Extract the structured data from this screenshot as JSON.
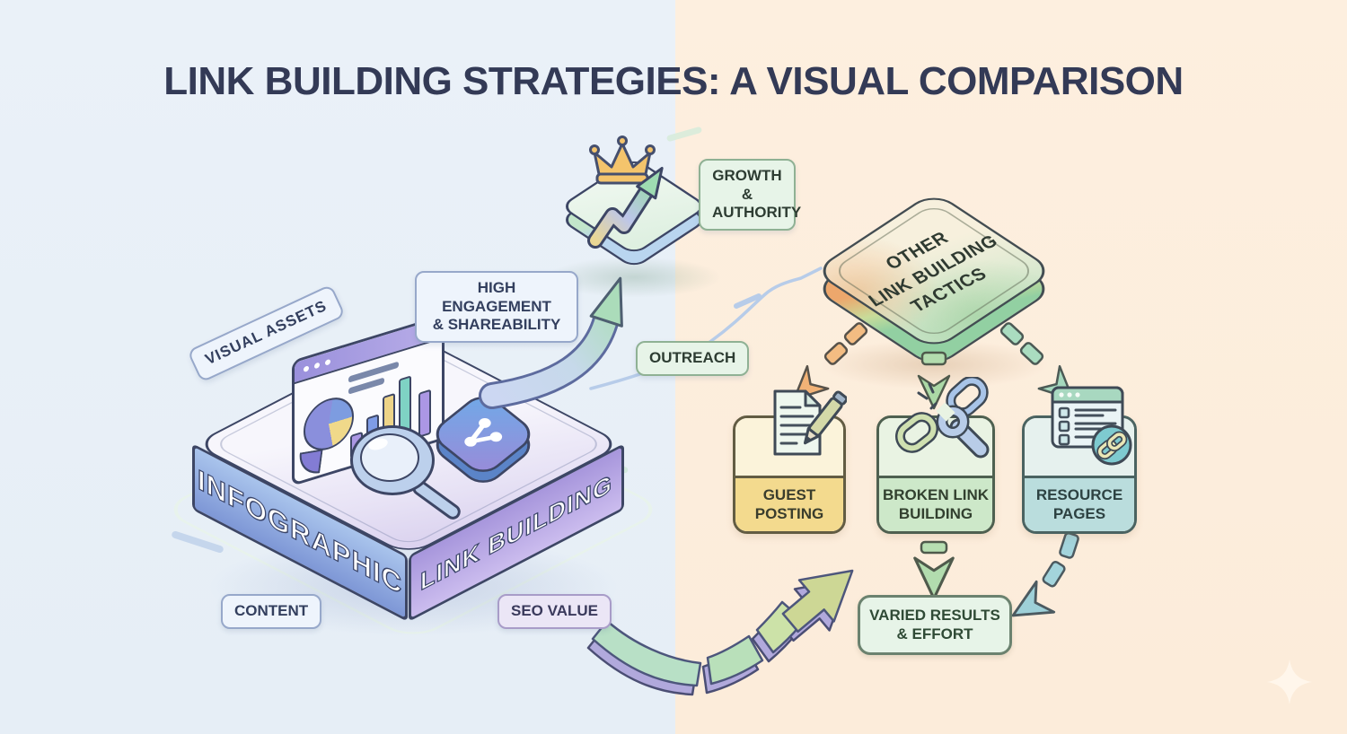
{
  "header": {
    "title": "LINK BUILDING STRATEGIES: A VISUAL COMPARISON"
  },
  "infographic_side": {
    "visual_assets_label": "VISUAL ASSETS",
    "high_engagement_label": "HIGH ENGAGEMENT\n& SHAREABILITY",
    "content_label": "CONTENT",
    "seo_value_label": "SEO VALUE",
    "block_left_face_label": "INFOGRAPHIC",
    "block_right_face_label": "LINK BUILDING",
    "growth_authority_label": "GROWTH &\nAUTHORITY",
    "outreach_label": "OUTREACH",
    "icons": [
      "browser-chart-icon",
      "pie-chart-icon",
      "bar-chart-icon",
      "magnifier-icon",
      "share-icon",
      "crown-icon",
      "growth-zigzag-arrow-icon",
      "curved-growth-arrow-icon"
    ]
  },
  "tactics_side": {
    "diamond_label": "OTHER\nLINK BUILDING\nTACTICS",
    "cards": [
      {
        "id": "guest-posting",
        "label": "GUEST\nPOSTING",
        "icon": "document-pen-icon",
        "color": "#f3da8e"
      },
      {
        "id": "broken-link-building",
        "label": "BROKEN LINK\nBUILDING",
        "icon": "broken-chain-wrench-icon",
        "color": "#cde8c9"
      },
      {
        "id": "resource-pages",
        "label": "RESOURCE\nPAGES",
        "icon": "browser-list-link-icon",
        "color": "#badddd"
      }
    ],
    "varied_results_label": "VARIED RESULTS\n& EFFORT",
    "icons": [
      "tactic-arrow-icons",
      "result-arrow-icons",
      "comparison-swoosh-arrow-icon",
      "sparkle-icon"
    ]
  },
  "colors": {
    "background_left": "#e9f0f6",
    "background_right": "#fdeede",
    "title_text": "#333a56",
    "outline_dark": "#3d4665",
    "block_left_face": "#8aa4dc",
    "block_right_face": "#b9a8e4",
    "diamond_orange": "#eda76c",
    "diamond_green": "#92d0a2",
    "crown_gold": "#f2c36b",
    "yellow_card": "#f3da8e",
    "green_card": "#cde8c9",
    "teal_card": "#badddd",
    "green_label_bg": "#e7f4e8",
    "blue_label_bg": "#eef4fc",
    "purple_label_bg": "#ebe6f6",
    "big_arrow_body": "#ccd7f2",
    "big_arrow_head": "#abdcba"
  }
}
